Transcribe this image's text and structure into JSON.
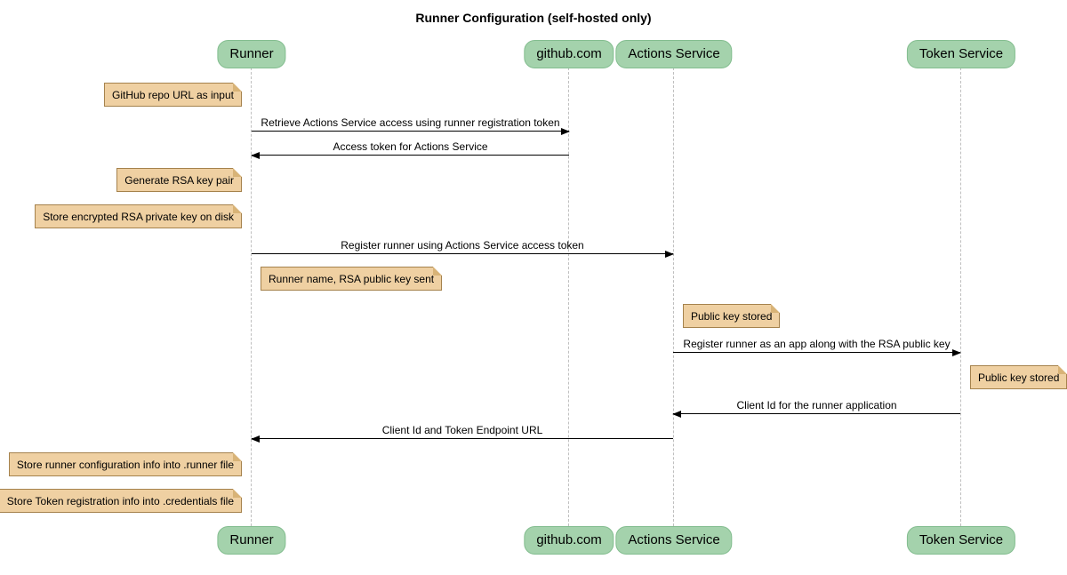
{
  "type": "sequence-diagram",
  "title": "Runner Configuration (self-hosted only)",
  "participants": [
    {
      "name": "Runner"
    },
    {
      "name": "github.com"
    },
    {
      "name": "Actions Service"
    },
    {
      "name": "Token Service"
    }
  ],
  "messages": [
    {
      "from": "Runner",
      "to": "github.com",
      "direction": "right",
      "text": "Retrieve Actions Service access using runner registration token"
    },
    {
      "from": "github.com",
      "to": "Runner",
      "direction": "left",
      "text": "Access token for Actions Service"
    },
    {
      "from": "Runner",
      "to": "Actions Service",
      "direction": "right",
      "text": "Register runner using Actions Service access token"
    },
    {
      "from": "Actions Service",
      "to": "Token Service",
      "direction": "right",
      "text": "Register runner as an app along with the RSA public key"
    },
    {
      "from": "Token Service",
      "to": "Actions Service",
      "direction": "left",
      "text": "Client Id for the runner application"
    },
    {
      "from": "Actions Service",
      "to": "Runner",
      "direction": "left",
      "text": "Client Id and Token Endpoint URL"
    }
  ],
  "notes": [
    {
      "attached_to": "Runner",
      "side": "left",
      "text": "GitHub repo URL as input"
    },
    {
      "attached_to": "Runner",
      "side": "left",
      "text": "Generate RSA key pair"
    },
    {
      "attached_to": "Runner",
      "side": "left",
      "text": "Store encrypted RSA private key on disk"
    },
    {
      "attached_to": "Runner",
      "side": "right",
      "text": "Runner name, RSA public key sent"
    },
    {
      "attached_to": "Actions Service",
      "side": "right",
      "text": "Public key stored"
    },
    {
      "attached_to": "Token Service",
      "side": "right",
      "text": "Public key stored"
    },
    {
      "attached_to": "Runner",
      "side": "left",
      "text": "Store runner configuration info into .runner file"
    },
    {
      "attached_to": "Runner",
      "side": "left",
      "text": "Store Token registration info into .credentials file"
    }
  ],
  "colors": {
    "participant_fill": "#a4d2ac",
    "participant_border": "#83bd8f",
    "note_fill": "#efd0a2",
    "note_border": "#a5824d",
    "lifeline": "#bfbfbf",
    "arrow": "#000000",
    "background": "#ffffff"
  }
}
